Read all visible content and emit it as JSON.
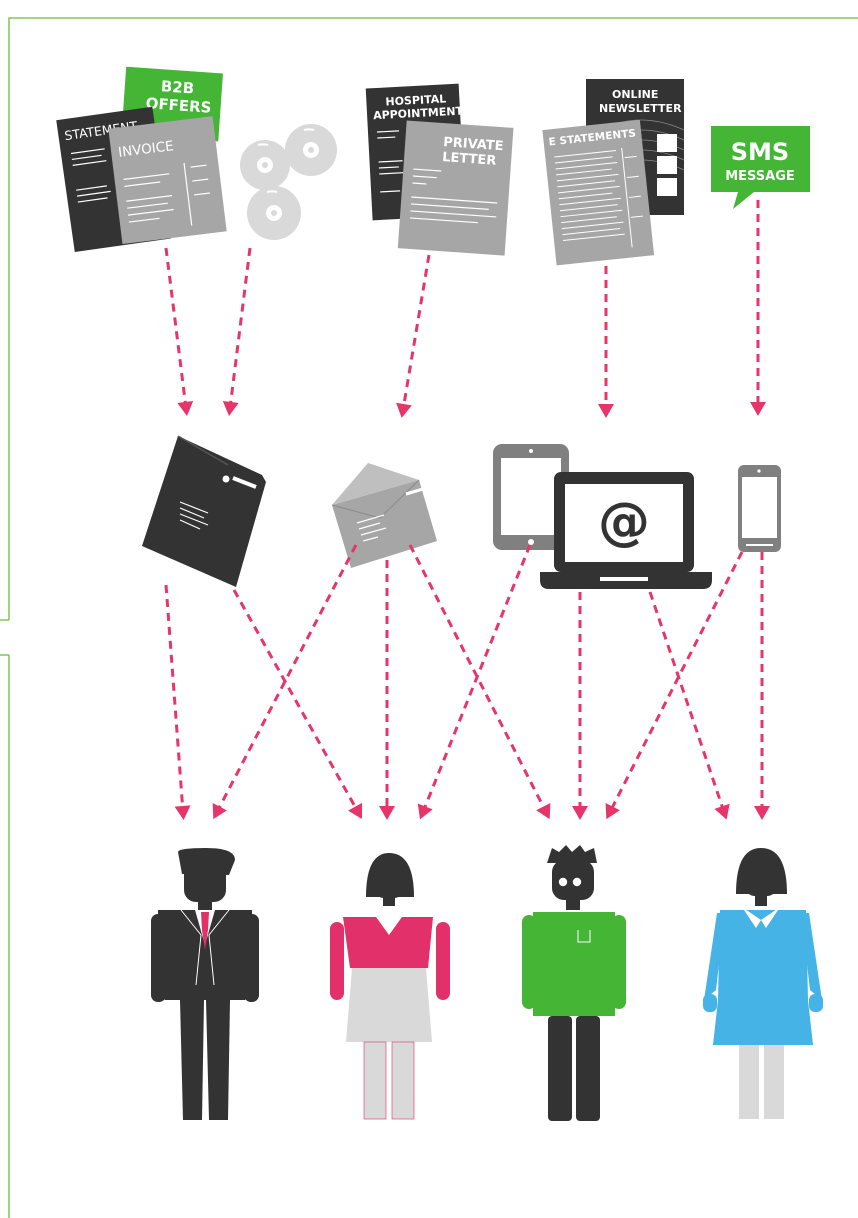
{
  "labels": {
    "b2b_line1": "B2B",
    "b2b_line2": "OFFERS",
    "statement": "STATEMENT",
    "invoice": "INVOICE",
    "hospital_line1": "HOSPITAL",
    "hospital_line2": "APPOINTMENT",
    "private_line1": "PRIVATE",
    "private_line2": "LETTER",
    "newsletter_line1": "ONLINE",
    "newsletter_line2": "NEWSLETTER",
    "e_statements": "E STATEMENTS",
    "sms_line1": "SMS",
    "sms_line2": "MESSAGE",
    "email_symbol": "@"
  },
  "colors": {
    "frame": "#6cbd3a",
    "green": "#44b535",
    "dark": "#333333",
    "grey": "#a6a6a6",
    "light_grey": "#d9d9d9",
    "arrow": "#e5356b",
    "pink": "#e1306a",
    "blue": "#45b3e6"
  }
}
